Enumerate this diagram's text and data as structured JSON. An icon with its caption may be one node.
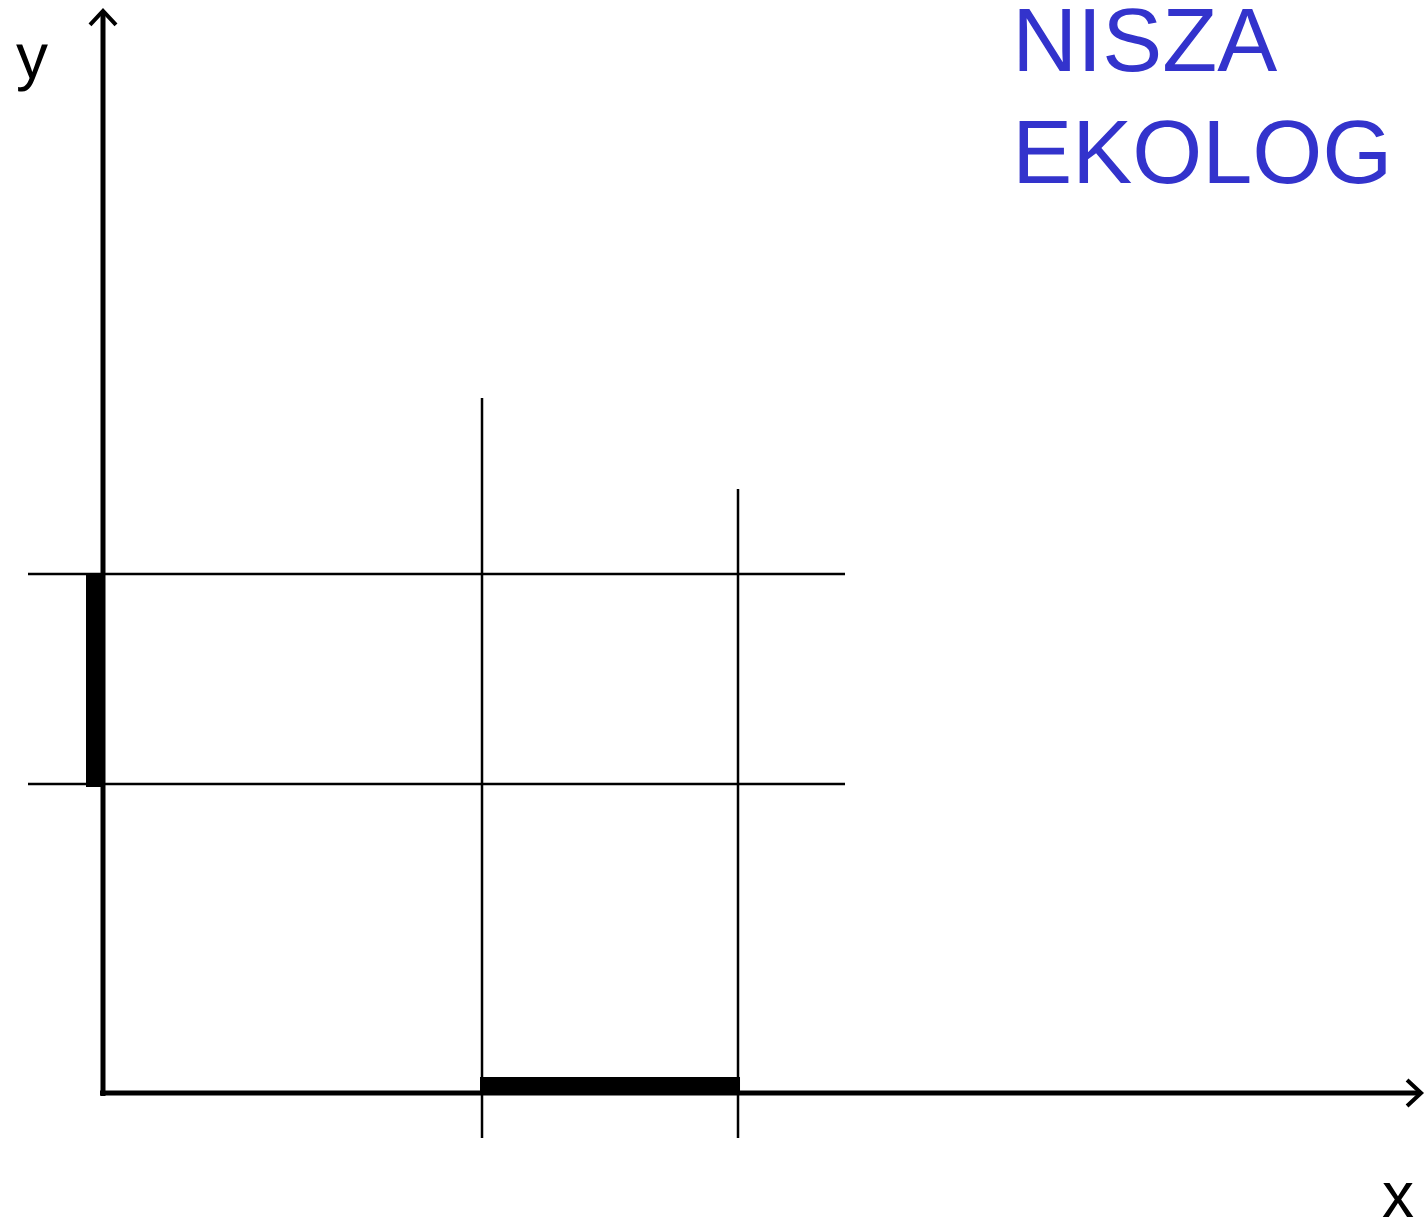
{
  "diagram": {
    "title": "NISZA EKOLOG",
    "labels": [
      "y",
      "x"
    ]
  }
}
